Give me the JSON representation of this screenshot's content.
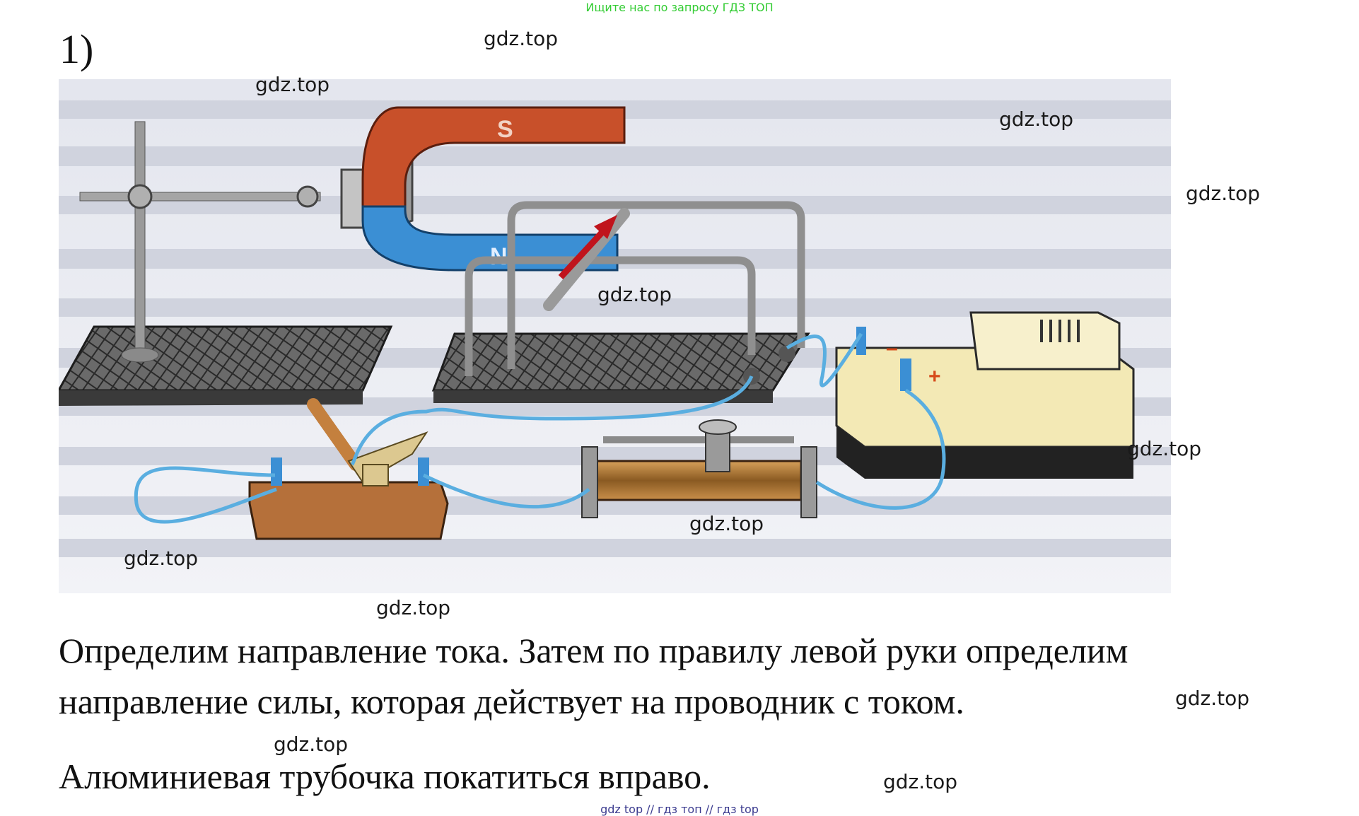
{
  "banner": "Ищите нас по запросу ГДЗ ТОП",
  "task_number": "1)",
  "watermark": "gdz.top",
  "figure": {
    "magnet_south_label": "S",
    "magnet_north_label": "N",
    "battery_minus_label": "–",
    "battery_plus_label": "+",
    "colors": {
      "magnet_south": "#c8502a",
      "magnet_north": "#3b8fd4",
      "force_arrow": "#c0141c",
      "wire": "#5aaee0",
      "battery_case": "#f3e9b5",
      "switch_base": "#b5703a"
    }
  },
  "text": {
    "line1": "Определим направление тока. Затем по правилу левой руки определим",
    "line2": "направление силы, которая действует на проводник с током.",
    "line3": "Алюминиевая трубочка покатиться вправо."
  },
  "footer": "gdz top  //  гдз топ  //  гдз top"
}
